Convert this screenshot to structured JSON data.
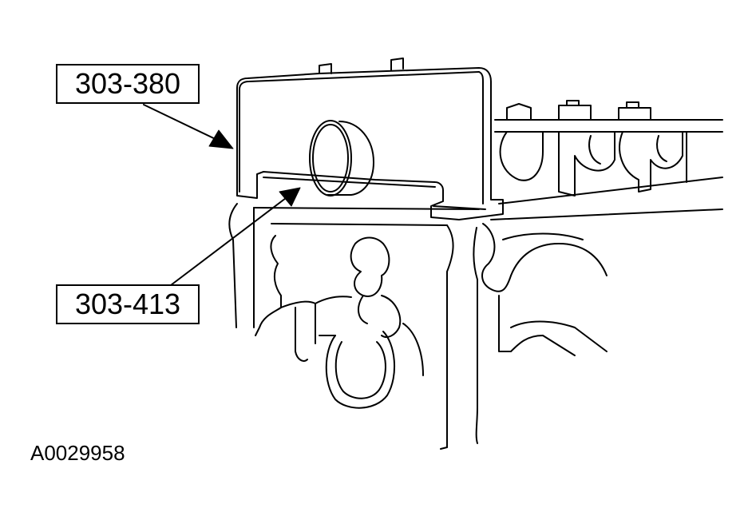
{
  "figure": {
    "id": "A0029958",
    "callouts": [
      {
        "label": "303-380",
        "target": "engine-lifting-bracket-tool"
      },
      {
        "label": "303-413",
        "target": "camshaft-plug-tool"
      }
    ]
  },
  "colors": {
    "line": "#000000",
    "background": "#ffffff"
  }
}
